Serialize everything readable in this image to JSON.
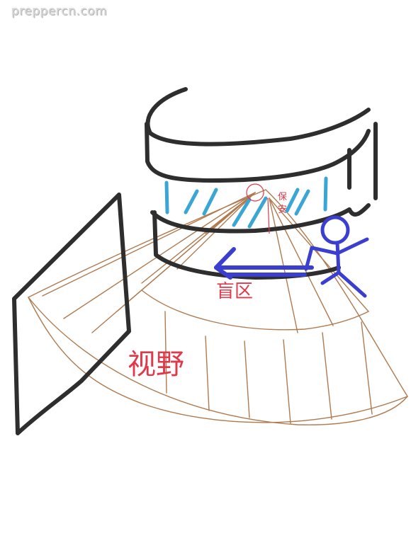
{
  "watermark": "prepperсn.com",
  "labels": {
    "guard": [
      "保",
      "安"
    ],
    "field_of_view": "视野",
    "blind_spot": "盲区"
  },
  "colors": {
    "building": "#2e2e2e",
    "glass": "#3aa6d6",
    "view_cone": "#b07a4e",
    "person": "#3b3fcf",
    "label_red": "#e0394a",
    "guard_marker": "#e0394a"
  }
}
